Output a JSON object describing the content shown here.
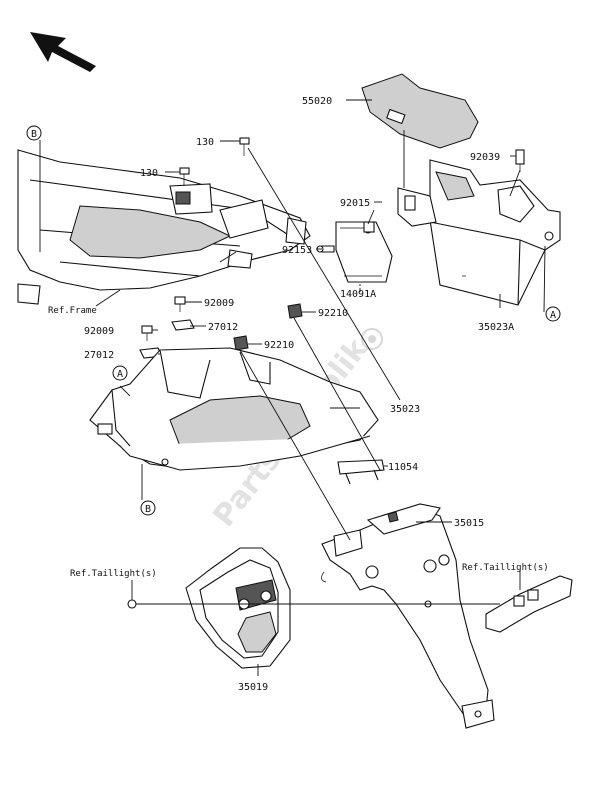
{
  "labels": {
    "p55020": "55020",
    "p130a": "130",
    "p130b": "130",
    "p92039": "92039",
    "p92015": "92015",
    "p92153": "92153",
    "p14091A": "14091A",
    "p35023A": "35023A",
    "p92009a": "92009",
    "p92009b": "92009",
    "p27012a": "27012",
    "p27012b": "27012",
    "p92210a": "92210",
    "p92210b": "92210",
    "p35023": "35023",
    "p11054": "11054",
    "p35015": "35015",
    "p35019": "35019",
    "ref_frame": "Ref.Frame",
    "ref_tail_left": "Ref.Taillight(s)",
    "ref_tail_right": "Ref.Taillight(s)",
    "marker_A": "A",
    "marker_B": "B"
  },
  "watermark": "Partsrepublik",
  "icons": [
    "arrow-front-icon",
    "watermark-logo-icon",
    "callout-a-icon",
    "callout-b-icon"
  ]
}
